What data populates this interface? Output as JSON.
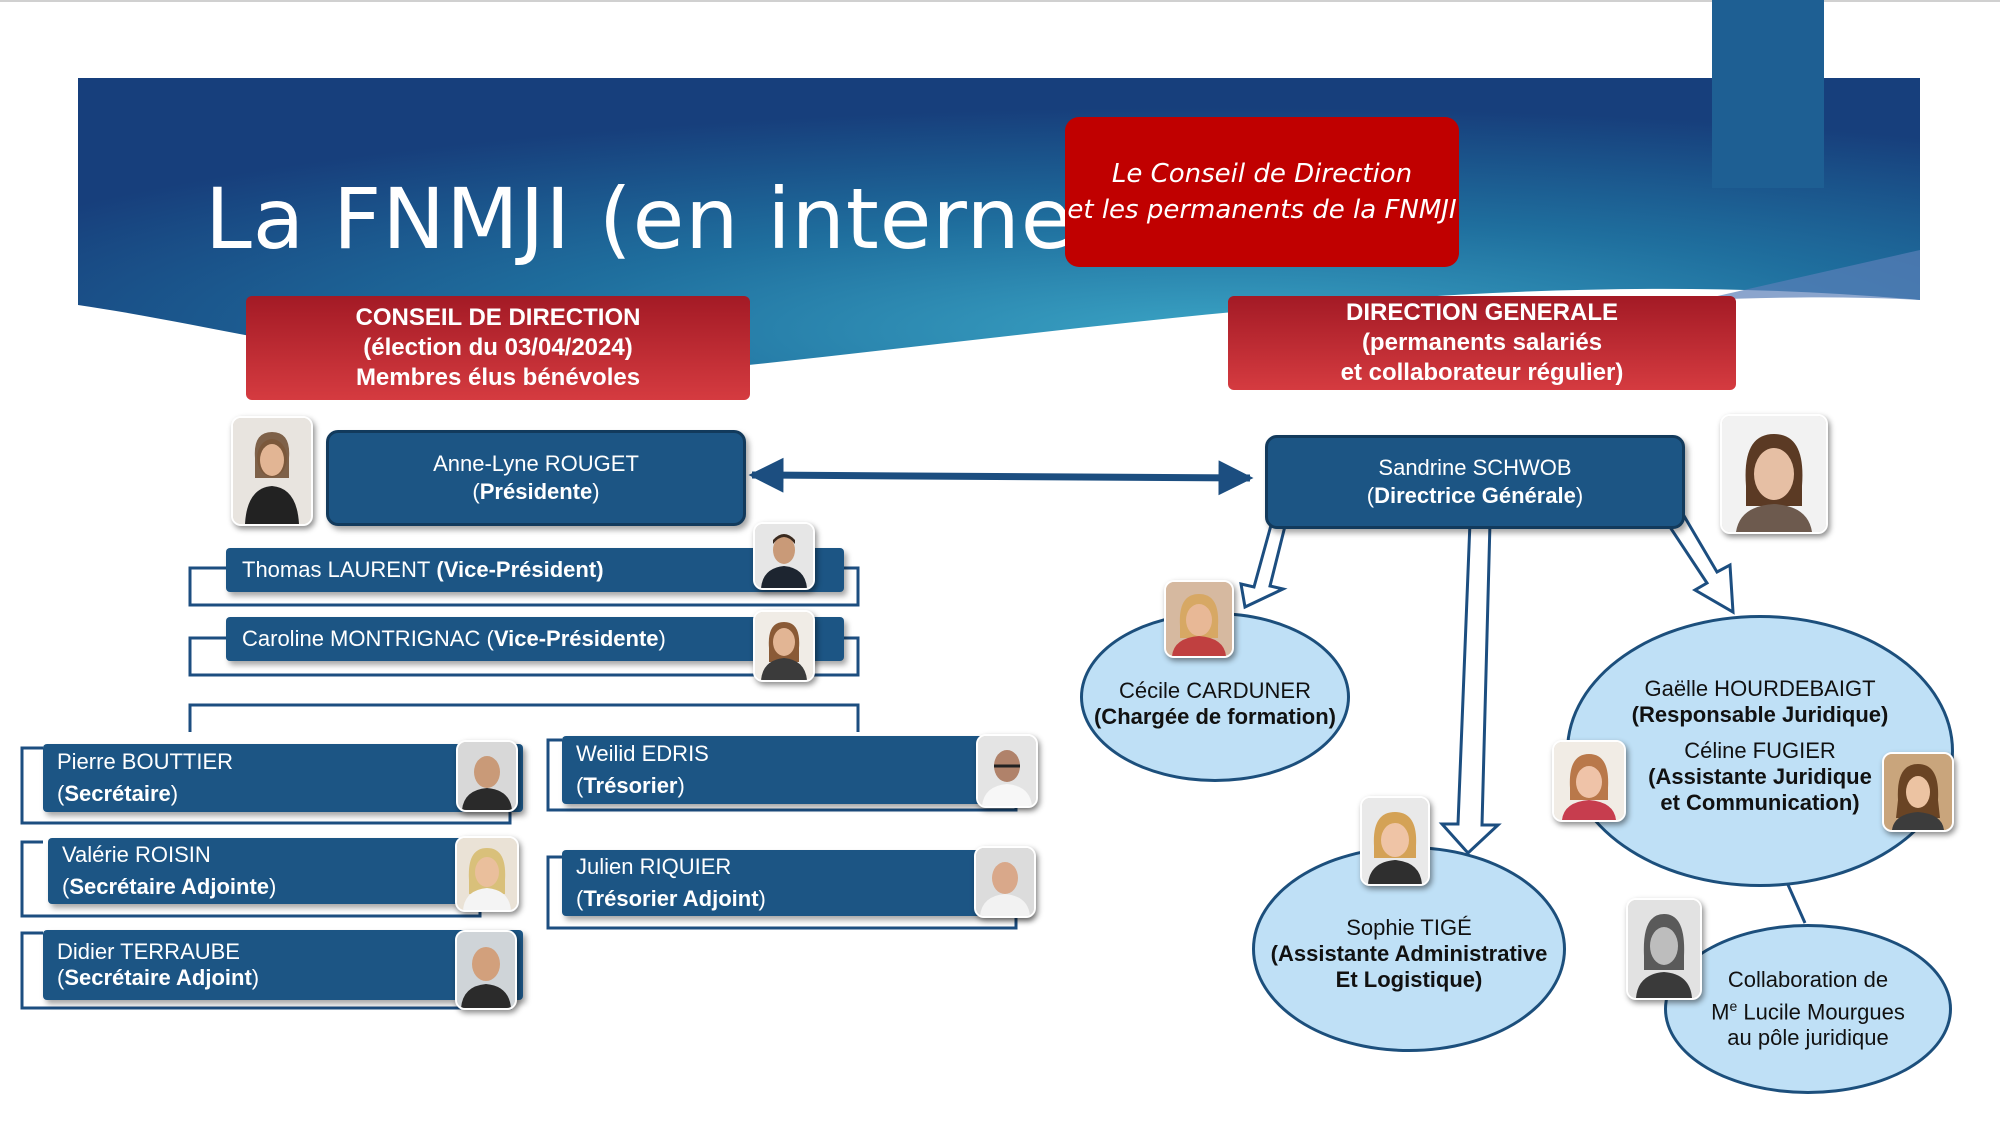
{
  "slide": {
    "title": "La FNMJI (en interne)",
    "subtitle_line1": "Le Conseil de Direction",
    "subtitle_line2": "et les permanents de la FNMJI"
  },
  "colors": {
    "navy": "#1c4e80",
    "node_blue": "#1c5584",
    "red_box": "#c00000",
    "header_red": "#c8262f",
    "ellipse_fill": "#bfe0f6"
  },
  "left_header": {
    "line1": "CONSEIL DE DIRECTION",
    "line2": "(élection du 03/04/2024)",
    "line3": "Membres élus bénévoles"
  },
  "right_header": {
    "line1": "DIRECTION GENERALE",
    "line2": "(permanents salariés",
    "line3": "et collaborateur régulier)"
  },
  "president": {
    "name": "Anne-Lyne ROUGET",
    "role": "Présidente"
  },
  "vice_presidents": [
    {
      "name": "Thomas LAURENT",
      "role": "Vice-Président"
    },
    {
      "name": "Caroline MONTRIGNAC",
      "role": "Vice-Présidente"
    }
  ],
  "left_members": [
    {
      "name": "Pierre BOUTTIER",
      "role": "Secrétaire"
    },
    {
      "name": "Valérie ROISIN",
      "role": "Secrétaire Adjointe"
    },
    {
      "name": "Didier TERRAUBE",
      "role": "Secrétaire Adjoint"
    }
  ],
  "right_members": [
    {
      "name": "Weilid EDRIS",
      "role": "Trésorier"
    },
    {
      "name": "Julien RIQUIER",
      "role": "Trésorier Adjoint"
    }
  ],
  "directrice": {
    "name": "Sandrine SCHWOB",
    "role": "Directrice Générale"
  },
  "staff": {
    "carduner": {
      "name": "Cécile CARDUNER",
      "role": "(Chargée de formation)"
    },
    "tige": {
      "name": "Sophie TIGÉ",
      "role_line1": "(Assistante Administrative",
      "role_line2": "Et Logistique)"
    },
    "juridique": {
      "name1": "Gaëlle HOURDEBAIGT",
      "role1": "(Responsable Juridique)",
      "name2": "Céline FUGIER",
      "role2_line1": "(Assistante Juridique",
      "role2_line2": "et Communication)"
    },
    "collab": {
      "line1": "Collaboration de",
      "line2_prefix": "M",
      "line2_sup": "e",
      "line2_rest": " Lucile Mourgues",
      "line3": "au pôle juridique"
    }
  }
}
